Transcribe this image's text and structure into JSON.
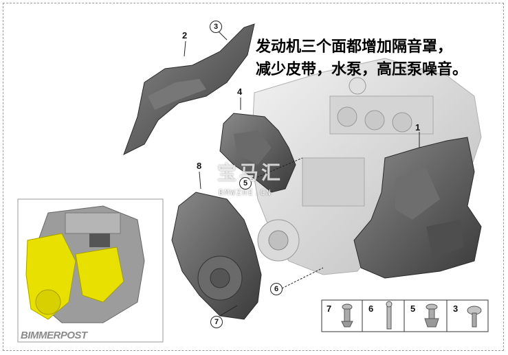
{
  "headline": {
    "line1": "发动机三个面都增加隔音罩，",
    "line2": "减少皮带，水泵，高压泵噪音。"
  },
  "watermark": {
    "text": "宝马汇",
    "sub": "BMWZHE.CN"
  },
  "inset": {
    "logo": "BIMMERPOST"
  },
  "callouts": {
    "c1": "1",
    "c2": "2",
    "c3": "3",
    "c4": "4",
    "c5": "5",
    "c6": "6",
    "c7": "7",
    "c8": "8"
  },
  "legend": [
    "7",
    "6",
    "5",
    "3"
  ],
  "colors": {
    "engine_gray": "#d9d9d9",
    "cover_dark": "#5a5a5a",
    "insulation_yellow": "#e8e000"
  }
}
